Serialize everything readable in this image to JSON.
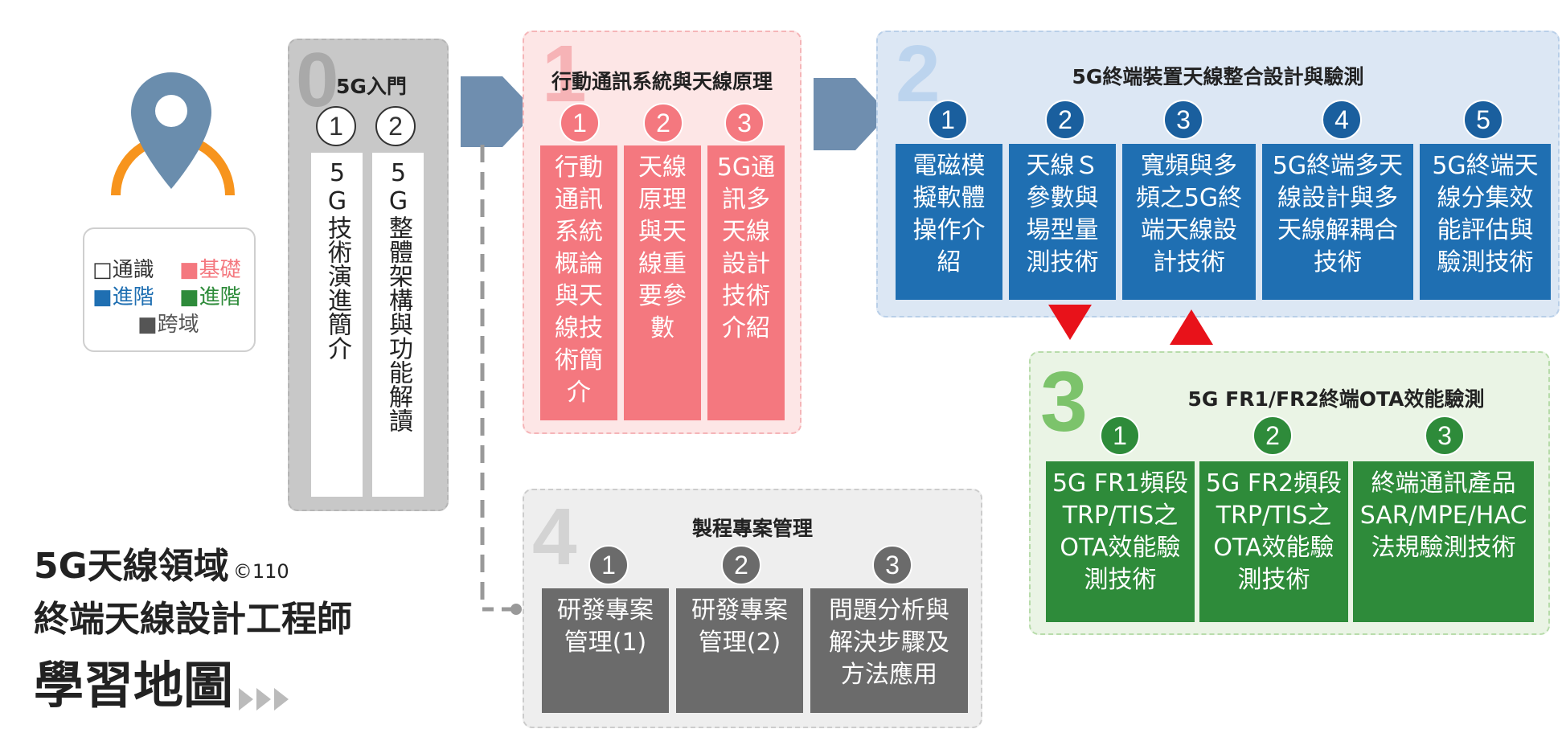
{
  "title": {
    "line1": "5G天線領域",
    "copyright": "©110",
    "line2": "終端天線設計工程師",
    "line3": "學習地圖"
  },
  "legend": {
    "general": "□通識",
    "basic": "■基礎",
    "advanced_blue": "■進階",
    "advanced_green": "■進階",
    "cross": "■跨域"
  },
  "stage0": {
    "number": "0",
    "title": "5G入門",
    "items": [
      {
        "num": "1",
        "text": "5G技術演進簡介"
      },
      {
        "num": "2",
        "text": "5G整體架構與功能解讀"
      }
    ]
  },
  "stage1": {
    "number": "1",
    "title": "行動通訊系統與天線原理",
    "items": [
      {
        "num": "1",
        "text": "行動通訊系統概論與天線技術簡介"
      },
      {
        "num": "2",
        "text": "天線原理與天線重要參數"
      },
      {
        "num": "3",
        "text": "5G通訊多天線設計技術介紹"
      }
    ]
  },
  "stage2": {
    "number": "2",
    "title": "5G終端裝置天線整合設計與驗測",
    "items": [
      {
        "num": "1",
        "text": "電磁模擬軟體操作介紹"
      },
      {
        "num": "2",
        "text": "天線Ｓ參數與場型量測技術"
      },
      {
        "num": "3",
        "text": "寬頻與多頻之5G終端天線設計技術"
      },
      {
        "num": "4",
        "text": "5G終端多天線設計與多天線解耦合技術"
      },
      {
        "num": "5",
        "text": "5G終端天線分集效能評估與驗測技術"
      }
    ]
  },
  "stage3": {
    "number": "3",
    "title": "5G FR1/FR2終端OTA效能驗測",
    "items": [
      {
        "num": "1",
        "text": "5G FR1頻段TRP/TIS之OTA效能驗測技術"
      },
      {
        "num": "2",
        "text": "5G FR2頻段TRP/TIS之OTA效能驗測技術"
      },
      {
        "num": "3",
        "text": "終端通訊產品SAR/MPE/HAC法規驗測技術"
      }
    ]
  },
  "stage4": {
    "number": "4",
    "title": "製程專案管理",
    "items": [
      {
        "num": "1",
        "text": "研發專案管理(1)"
      },
      {
        "num": "2",
        "text": "研發專案管理(2)"
      },
      {
        "num": "3",
        "text": "問題分析與解決步驟及方法應用"
      }
    ]
  },
  "colors": {
    "pin": "#6a8dad",
    "pin_base": "#f7941d",
    "stage0_bg": "#c8c8c8",
    "stage1_bg": "#fde6e6",
    "stage1_card": "#f4787f",
    "stage2_bg": "#dce7f4",
    "stage2_card": "#1f6fb2",
    "stage2_circle": "#1a5f9e",
    "stage3_bg": "#eaf4e5",
    "stage3_card": "#2e8b3a",
    "stage4_bg": "#eeeeee",
    "stage4_card": "#6b6b6b",
    "arrow": "#5f82a6",
    "red_arrow": "#e8121a"
  }
}
